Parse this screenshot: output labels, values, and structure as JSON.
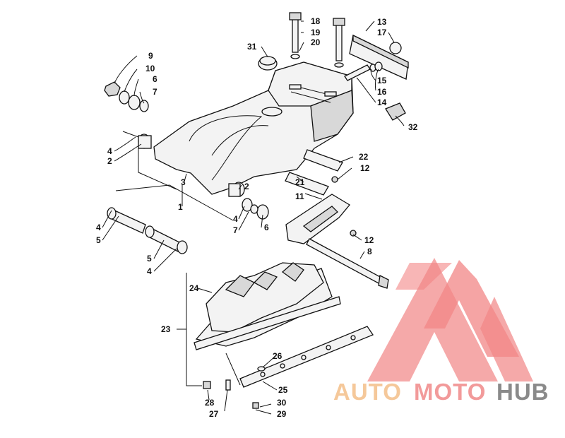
{
  "diagram": {
    "callouts": [
      "1",
      "2",
      "2",
      "3",
      "4",
      "4",
      "4",
      "4",
      "5",
      "5",
      "6",
      "6",
      "7",
      "7",
      "8",
      "9",
      "10",
      "11",
      "12",
      "12",
      "13",
      "14",
      "15",
      "16",
      "17",
      "18",
      "19",
      "20",
      "21",
      "22",
      "23",
      "24",
      "25",
      "26",
      "27",
      "28",
      "29",
      "30",
      "31",
      "32"
    ]
  },
  "watermark": {
    "part1": "AUTO",
    "part2": "MOTO",
    "part3": "HUB",
    "color1": "#f5c89a",
    "color2": "#f29a9a",
    "color3": "#8a8a8a",
    "logo_color": "#f07070"
  }
}
